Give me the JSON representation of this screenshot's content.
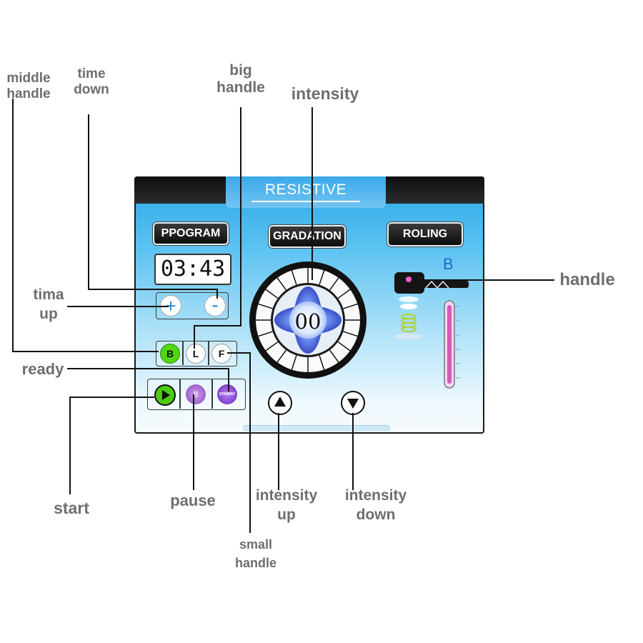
{
  "screen": {
    "title": "RESISTIVE",
    "program_label": "PPOGRAM",
    "gradation_label": "GRADATION",
    "rolling_label": "ROLING",
    "timer": "03:43",
    "time_up_symbol": "+",
    "time_down_symbol": "-",
    "handle_buttons": {
      "big": "B",
      "middle": "L",
      "small": "F"
    },
    "pause_symbol": "II",
    "standby_label": "STANDBY",
    "intensity_value": "00",
    "handle_letter": "B"
  },
  "callouts": {
    "middle_handle": [
      "middle",
      "handle"
    ],
    "time_down": [
      "time",
      "down"
    ],
    "big_handle": [
      "big",
      "handle"
    ],
    "intensity": "intensity",
    "handle": "handle",
    "time_up": [
      "tima",
      "up"
    ],
    "ready": "ready",
    "start": "start",
    "pause": "pause",
    "intensity_up": [
      "intensity",
      "up"
    ],
    "intensity_down": [
      "intensity",
      "down"
    ],
    "small_handle": [
      "small",
      "handle"
    ]
  },
  "colors": {
    "screen_top": "#27a6e6",
    "active_green": "#52d60f",
    "pause_purple": "#8b4bc0",
    "level_bar": "#d65ab7",
    "label_gray": "#6e6e6e"
  },
  "icons": [
    "plus-icon",
    "minus-icon",
    "play-icon",
    "pause-icon",
    "standby-icon",
    "up-arrow-icon",
    "down-arrow-icon",
    "handle-device-icon",
    "spring-coil-icon",
    "level-gauge-icon"
  ]
}
